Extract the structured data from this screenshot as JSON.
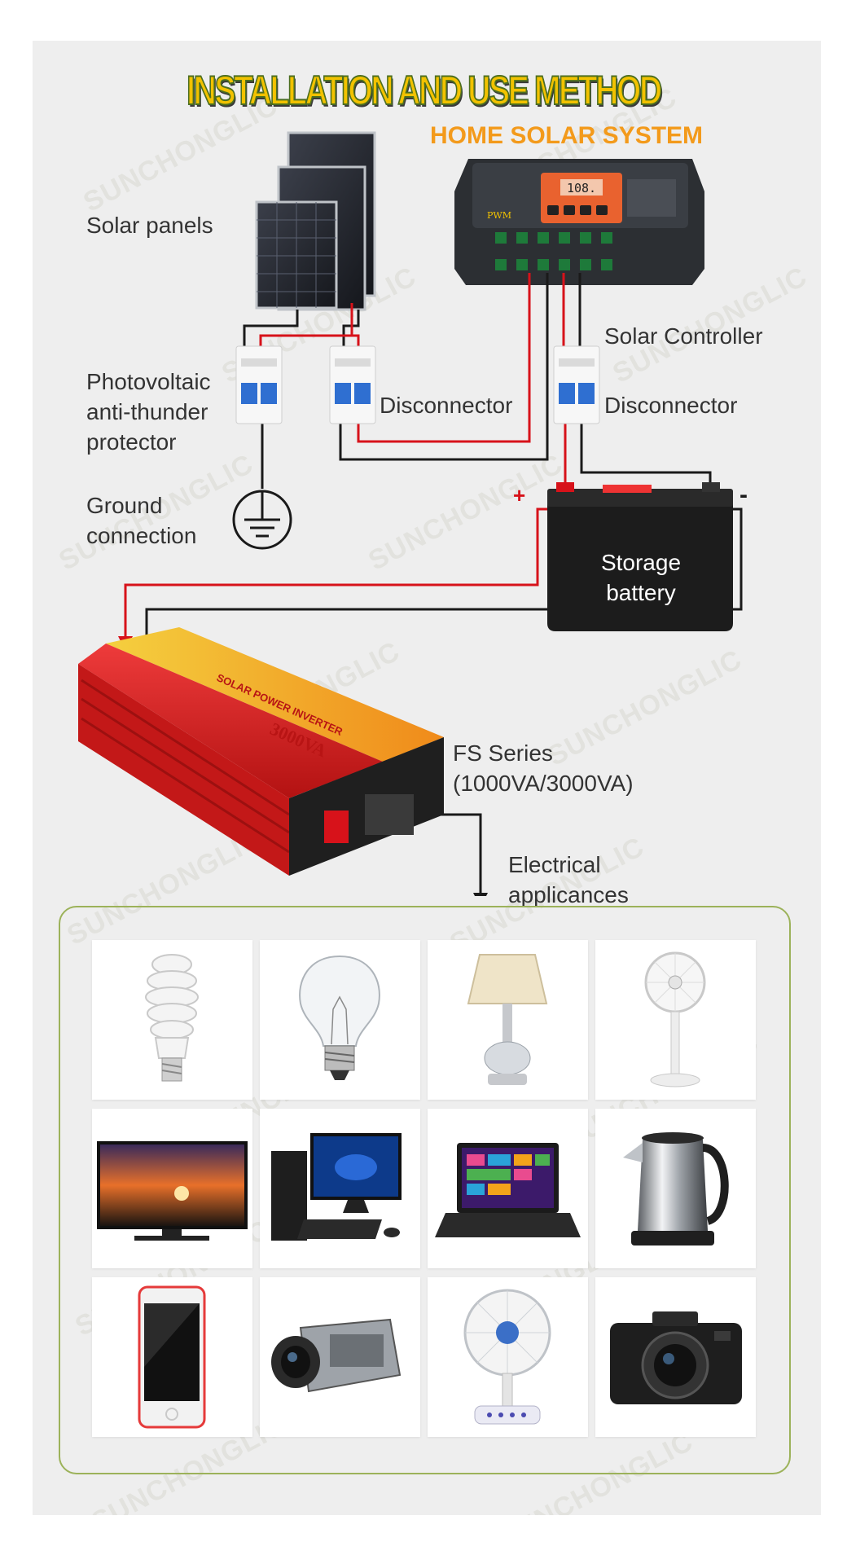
{
  "header": {
    "title": "INSTALLATION AND USE METHOD",
    "subtitle": "HOME SOLAR SYSTEM"
  },
  "watermark": "SUNCHONGLIC",
  "labels": {
    "solar_panels": "Solar panels",
    "solar_controller": "Solar Controller",
    "pv_protector_line1": "Photovoltaic",
    "pv_protector_line2": "anti-thunder",
    "pv_protector_line3": "protector",
    "disconnector_left": "Disconnector",
    "disconnector_right": "Disconnector",
    "ground_line1": "Ground",
    "ground_line2": "connection",
    "battery_line1": "Storage",
    "battery_line2": "battery",
    "battery_plus": "+",
    "battery_minus": "-",
    "inverter_line1": "FS Series",
    "inverter_line2": "(1000VA/3000VA)",
    "appliances_line1": "Electrical",
    "appliances_line2": "applicances"
  },
  "devices": {
    "controller_display": "108.",
    "controller_badge": "PWM",
    "inverter_brand": "3000VA",
    "inverter_product": "SOLAR POWER INVERTER"
  },
  "colors": {
    "title_fill": "#f2c200",
    "title_outline": "#4c6e20",
    "subtitle": "#f39a1b",
    "wire_positive": "#d7121a",
    "wire_negative": "#1a1a1a",
    "inverter_body": "#d81e1e",
    "frame_border": "#9cb25a"
  },
  "appliances": [
    {
      "name": "energy-saving-bulb-icon"
    },
    {
      "name": "incandescent-bulb-icon"
    },
    {
      "name": "table-lamp-icon"
    },
    {
      "name": "standing-fan-icon"
    },
    {
      "name": "television-icon"
    },
    {
      "name": "desktop-computer-icon"
    },
    {
      "name": "laptop-icon"
    },
    {
      "name": "electric-kettle-icon"
    },
    {
      "name": "smartphone-icon"
    },
    {
      "name": "camcorder-icon"
    },
    {
      "name": "desk-fan-icon"
    },
    {
      "name": "digital-camera-icon"
    }
  ]
}
